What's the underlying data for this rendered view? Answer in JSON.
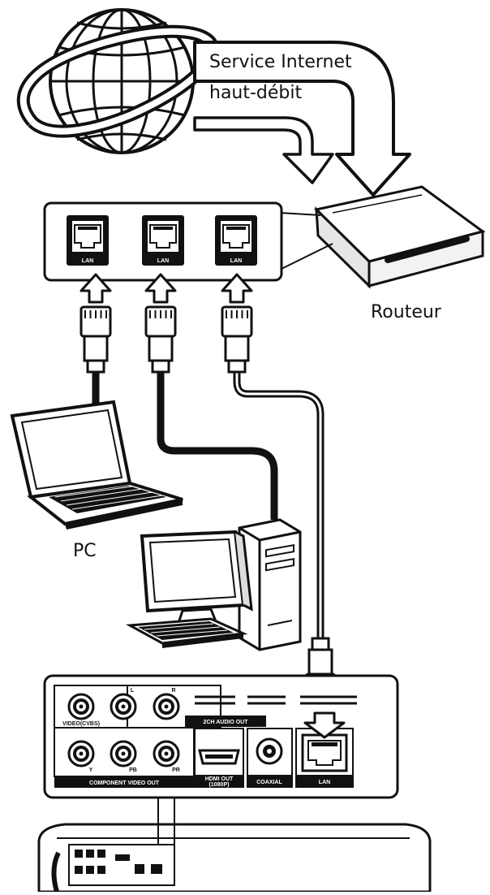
{
  "labels": {
    "internet_line1": "Service Internet",
    "internet_line2": "haut-débit",
    "router": "Routeur",
    "pc": "PC"
  },
  "ports": {
    "lan": "LAN",
    "audio_out": "2CH AUDIO OUT",
    "video": "VIDEO(CVBS)",
    "audio_l": "L",
    "audio_r": "R",
    "y": "Y",
    "pb": "PB",
    "pr": "PR",
    "component": "COMPONENT VIDEO OUT",
    "hdmi": "HDMI OUT",
    "hdmi_sub": "(1080P)",
    "coaxial": "COAXIAL"
  },
  "colors": {
    "ink": "#111111",
    "paper": "#ffffff",
    "shade": "#d8d8d8"
  }
}
